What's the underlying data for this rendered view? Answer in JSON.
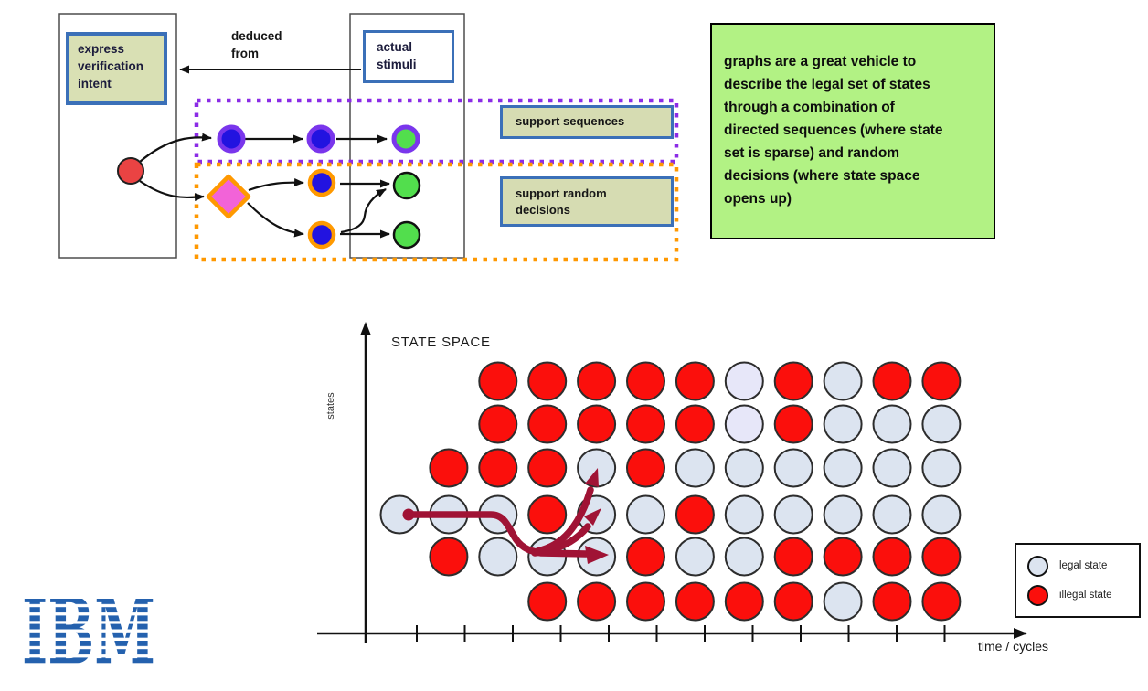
{
  "flow": {
    "express_box": "express\nverification\nintent",
    "deduced_from": "deduced\nfrom",
    "actual_stimuli": "actual\nstimuli",
    "support_sequences": "support sequences",
    "support_random": "support random\ndecisions",
    "colors": {
      "node_blue": "#2213e0",
      "node_green": "#52de4d",
      "start_red": "#ea4343",
      "decision_pink": "#f263d8",
      "sequence_ring": "#7a36ec",
      "random_ring": "#ff9900",
      "sequence_border": "#8b2be6",
      "random_border": "#ff9800",
      "label_box_fill": "#d9e0b4",
      "label_box_border": "#3b70b8"
    }
  },
  "note_box": {
    "fill": "#b2f284",
    "text": "graphs are a great vehicle to\ndescribe the legal set of states\nthrough a combination of\ndirected sequences (where state\nset is sparse) and random\ndecisions (where state space\nopens up)"
  },
  "chart_data": {
    "type": "scatter",
    "title": "STATE SPACE",
    "xlabel": "time / cycles",
    "ylabel": "states",
    "x_tick_count": 12,
    "grid": {
      "columns": 12,
      "rows": [
        "..RRRRRVRGRR",
        "..RRRRRVRGGG",
        ".RRRGRGGGGGG",
        "GGGRGGRGGGGG",
        ".RGGGRGGRRRR",
        "...RRRRRRGRR"
      ],
      "codes": {
        "R": "illegal state",
        "G": "legal state",
        "V": "legal state (pale)",
        ".": "empty"
      }
    },
    "palette": {
      "R": "#fb0f0c",
      "G": "#dce4f0",
      "V": "#e7e7f9"
    },
    "walk_color": "#a01335",
    "legend": [
      {
        "label": "legal state",
        "color": "#dce4f0"
      },
      {
        "label": "illegal state",
        "color": "#fb0f0c"
      }
    ]
  },
  "footer": {
    "logo_text": "IBM"
  }
}
